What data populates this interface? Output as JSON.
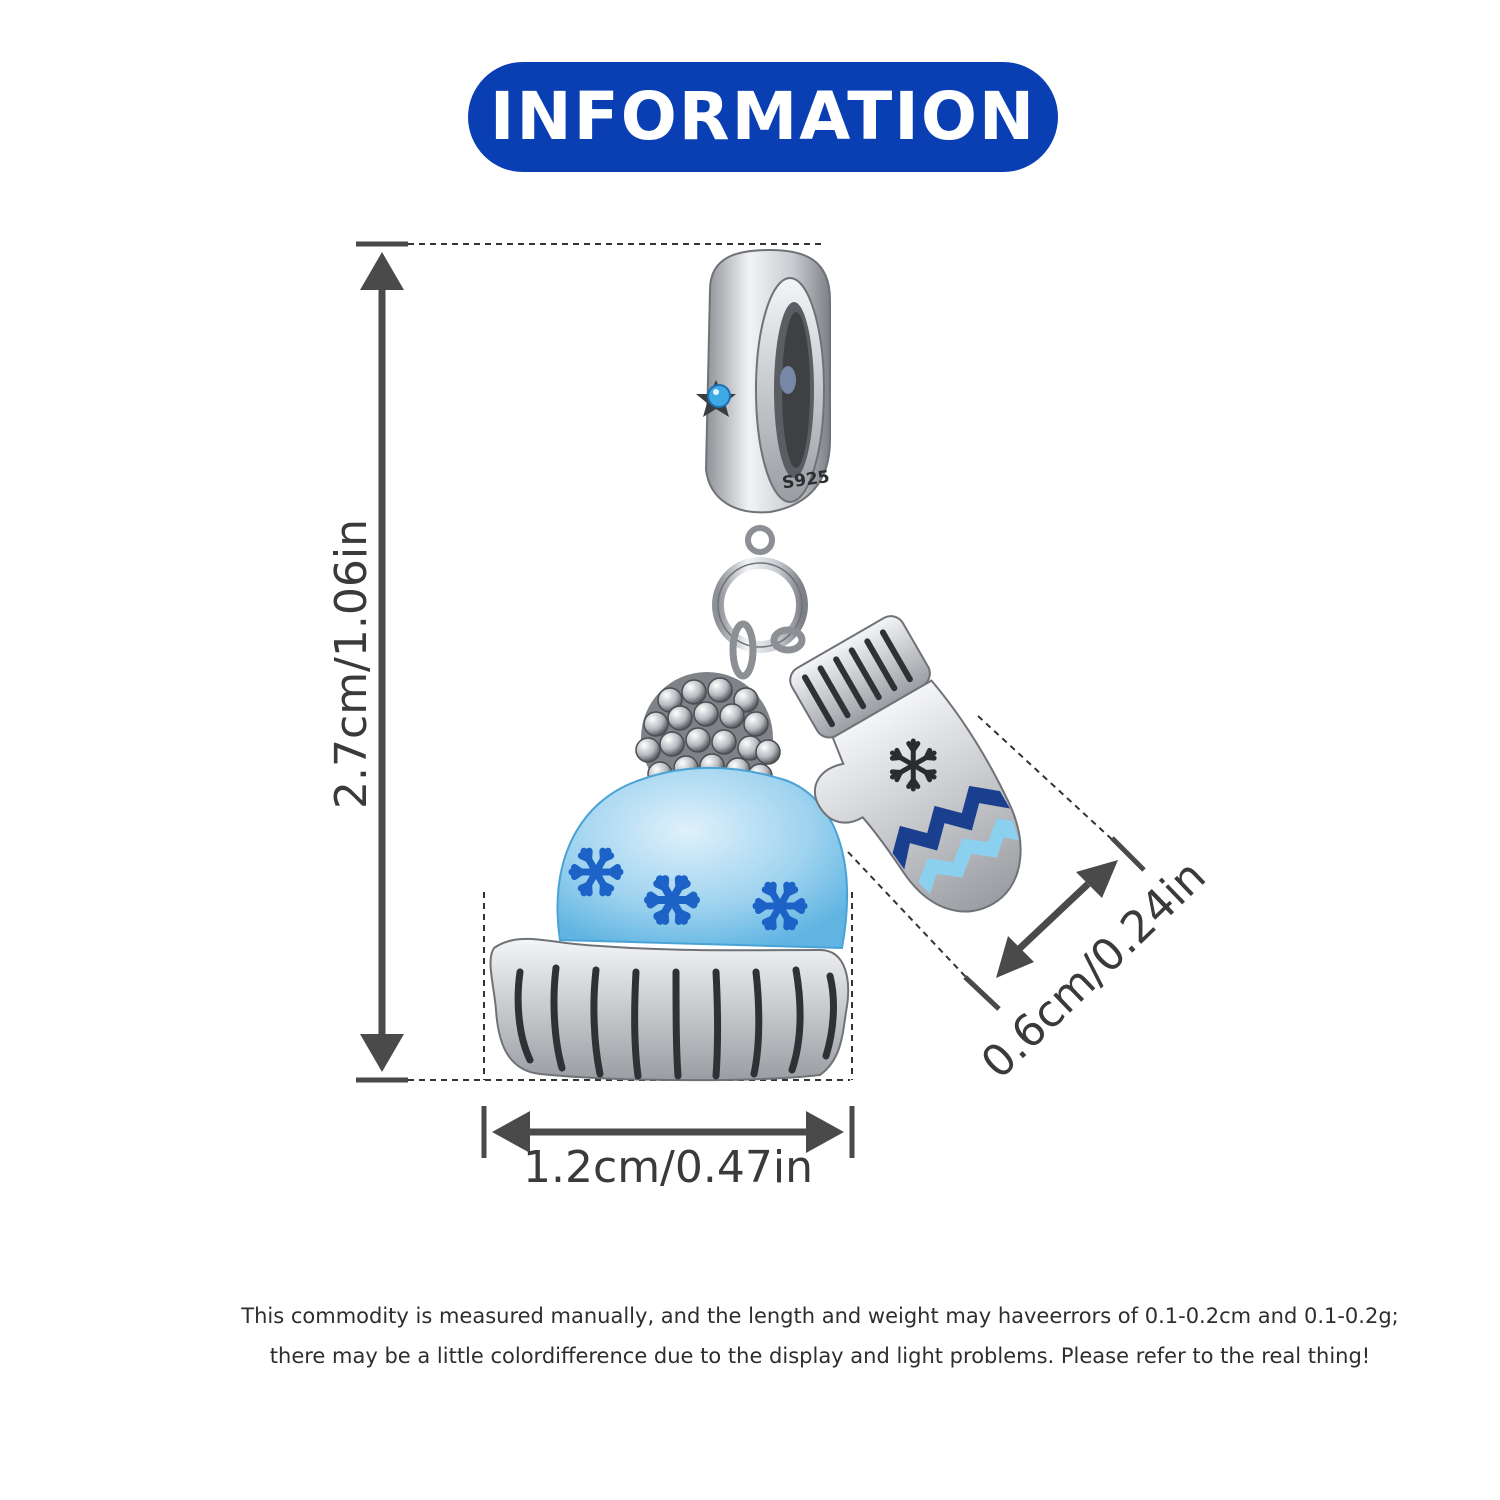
{
  "header": {
    "title": "INFORMATION",
    "colors": {
      "pill_background": "#0a3fb4",
      "pill_text": "#ffffff"
    }
  },
  "product": {
    "stamp": "S925",
    "parts": [
      "bead-spacer-icon",
      "knit-hat-icon",
      "mitten-icon"
    ],
    "colors": {
      "silver": "#d4d6da",
      "hat_blue": "#9fd3ef",
      "snowflake_blue": "#1d63c7",
      "mitten_navy": "#1b3f8f",
      "mitten_light_blue": "#8cd0f0",
      "gem_blue": "#3fa9e6"
    }
  },
  "dimensions": {
    "height": "2.7cm/1.06in",
    "width": "1.2cm/0.47in",
    "depth": "0.6cm/0.24in",
    "colors": {
      "arrow": "#4a4a4a",
      "label": "#3a3a3a"
    }
  },
  "disclaimer": {
    "line1": "This commodity is measured manually, and the length and weight may haveerrors of 0.1-0.2cm and 0.1-0.2g;",
    "line2": "there may be a little colordifference due to the display and light problems. Please refer to the real thing!"
  }
}
